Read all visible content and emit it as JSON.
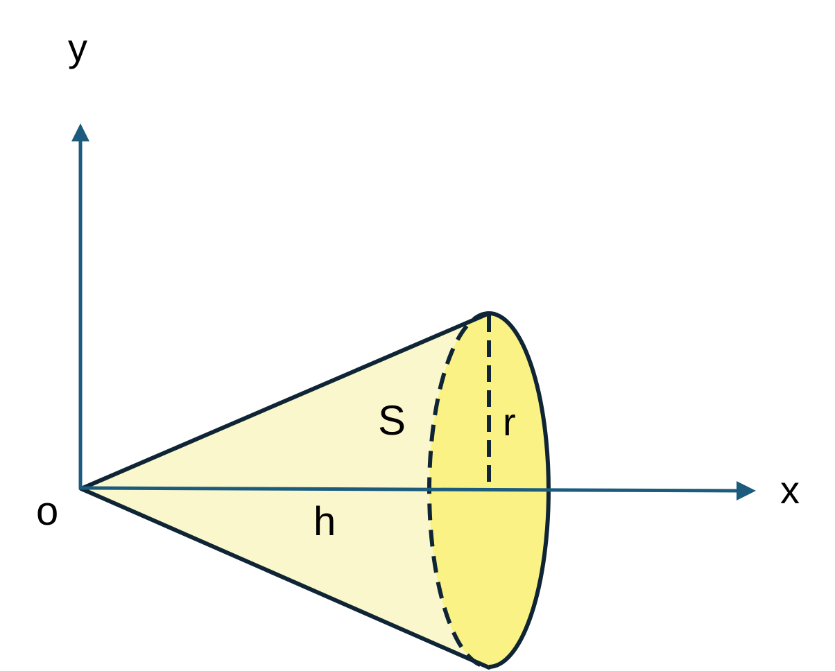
{
  "labels": {
    "y_axis": "y",
    "x_axis": "x",
    "origin": "o",
    "area": "S",
    "radius": "r",
    "height": "h"
  },
  "colors": {
    "axis": "#1b5c7e",
    "outline": "#0f2535",
    "cone_side_fill": "#faf7cc",
    "base_fill": "#faf285",
    "background": "#ffffff"
  }
}
